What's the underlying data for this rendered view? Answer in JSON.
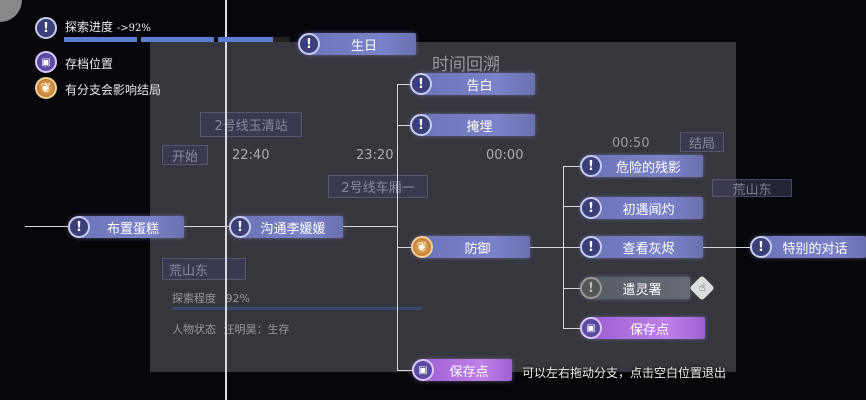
{
  "legend": {
    "progress_label": "探索进度",
    "progress_value": "->92%",
    "progress": 0.92,
    "save_label": "存档位置",
    "branch_label": "有分支会影响结局"
  },
  "panel": {
    "title": "时间回溯",
    "station1": "2号线玉清站",
    "start": "开始",
    "times": [
      "22:40",
      "23:20",
      "00:00",
      "00:50"
    ],
    "station2": "2号线车厢一",
    "ending": "结局",
    "location": "荒山东",
    "card": {
      "location": "荒山东",
      "explore_label": "探索程度",
      "explore_value": "92%",
      "status_label": "人物状态",
      "status_value": "汪明昊：生存"
    }
  },
  "nodes": {
    "birthday": "生日",
    "confess": "告白",
    "bury": "掩埋",
    "cake": "布置蛋糕",
    "talk": "沟通李媛媛",
    "defend": "防御",
    "shadow": "危险的残影",
    "meet": "初遇闻灼",
    "ashes": "查看灰烬",
    "spirit": "遣灵署",
    "save1": "保存点",
    "special": "特别的对话",
    "save2": "保存点"
  },
  "hint": "可以左右拖动分支，点击空白位置退出",
  "colors": {
    "node": "#7a82c8",
    "save": "#c080e8",
    "locked": "#666b76",
    "branch": "#e0a050"
  }
}
